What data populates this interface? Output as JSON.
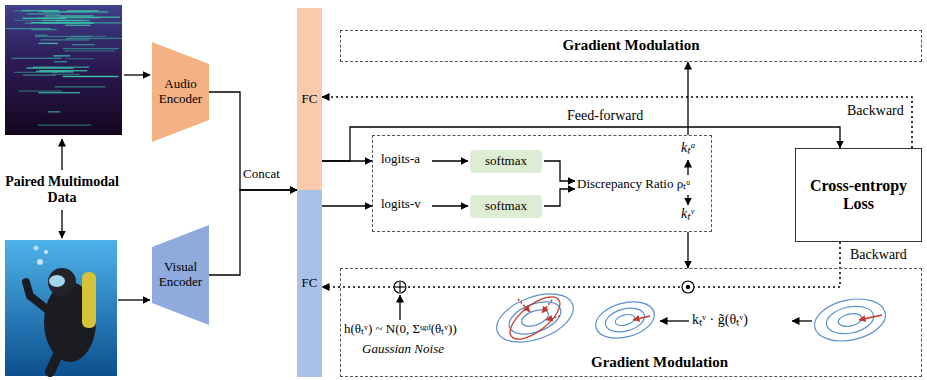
{
  "diagram": {
    "nodes": [
      {
        "text": [
          "Audio Encoder"
        ]
      },
      {
        "text": [
          "Visual Encoder"
        ]
      },
      {
        "text": [
          "FC"
        ]
      },
      {
        "text": [
          "FC"
        ]
      },
      {
        "text": [
          "Gradient Modulation"
        ]
      },
      {
        "text": [
          "logits-a",
          "logits-v",
          "Discrepancy Ratio ρₜᵘ"
        ]
      },
      {
        "text": [
          "softmax"
        ],
        "in": 5
      },
      {
        "text": [
          "softmax"
        ],
        "in": 5
      },
      {
        "text": [
          "Cross-entropy Loss"
        ]
      },
      {
        "text": [
          "Gradient Modulation"
        ]
      }
    ],
    "edges": [
      {
        "from": 0,
        "to": 2,
        "arrow": "to"
      },
      {
        "from": 1,
        "to": 3,
        "arrow": "to"
      },
      {
        "from": 2,
        "to": 5,
        "arrow": "to"
      },
      {
        "from": 3,
        "to": 5,
        "arrow": "to"
      },
      {
        "from": 2,
        "to": 8,
        "label": "Feed-forward",
        "arrow": "to"
      },
      {
        "from": 5,
        "to": 4,
        "arrow": "to"
      },
      {
        "from": 5,
        "to": 9,
        "arrow": "to"
      },
      {
        "from": 8,
        "to": 2,
        "label": "Backward",
        "arrow": "to"
      },
      {
        "from": 8,
        "to": 3,
        "label": "Backward",
        "arrow": "to"
      }
    ],
    "labels": [
      "Paired Multimodal Data",
      "Concat",
      "kₜᵃ",
      "kₜᵛ",
      "h(θₜᵛ) ~ N(0, Σˢᵍᵈ(θₜᵛ))",
      "Gaussian Noise",
      "kₜᵛ · g̃(θₜᵛ)"
    ]
  }
}
